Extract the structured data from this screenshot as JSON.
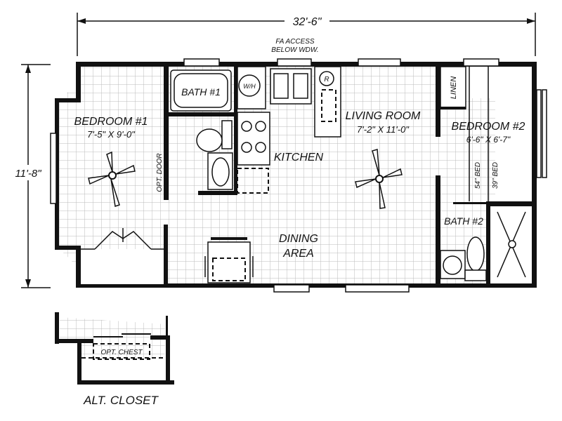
{
  "dimensions": {
    "width": "32'-6\"",
    "depth": "11'-8\""
  },
  "rooms": {
    "bedroom1": {
      "name": "BEDROOM #1",
      "size": "7'-5\" X 9'-0\""
    },
    "bath1": {
      "name": "BATH #1"
    },
    "kitchen": {
      "name": "KITCHEN"
    },
    "living": {
      "name": "LIVING ROOM",
      "size": "7'-2\" X 11'-0\""
    },
    "dining": {
      "name": "DINING",
      "name2": "AREA"
    },
    "bedroom2": {
      "name": "BEDROOM #2",
      "size": "6'-6\" X 6'-7\""
    },
    "bath2": {
      "name": "BATH #2"
    }
  },
  "notes": {
    "fa_access1": "FA ACCESS",
    "fa_access2": "BELOW WDW.",
    "wh": "W/H",
    "fridge": "R",
    "opt_door": "OPT. DOOR",
    "linen": "LINEN",
    "bed54": "54\" BED",
    "bed39": "39\" BED",
    "opt_chest": "OPT. CHEST",
    "alt_closet": "ALT. CLOSET"
  }
}
